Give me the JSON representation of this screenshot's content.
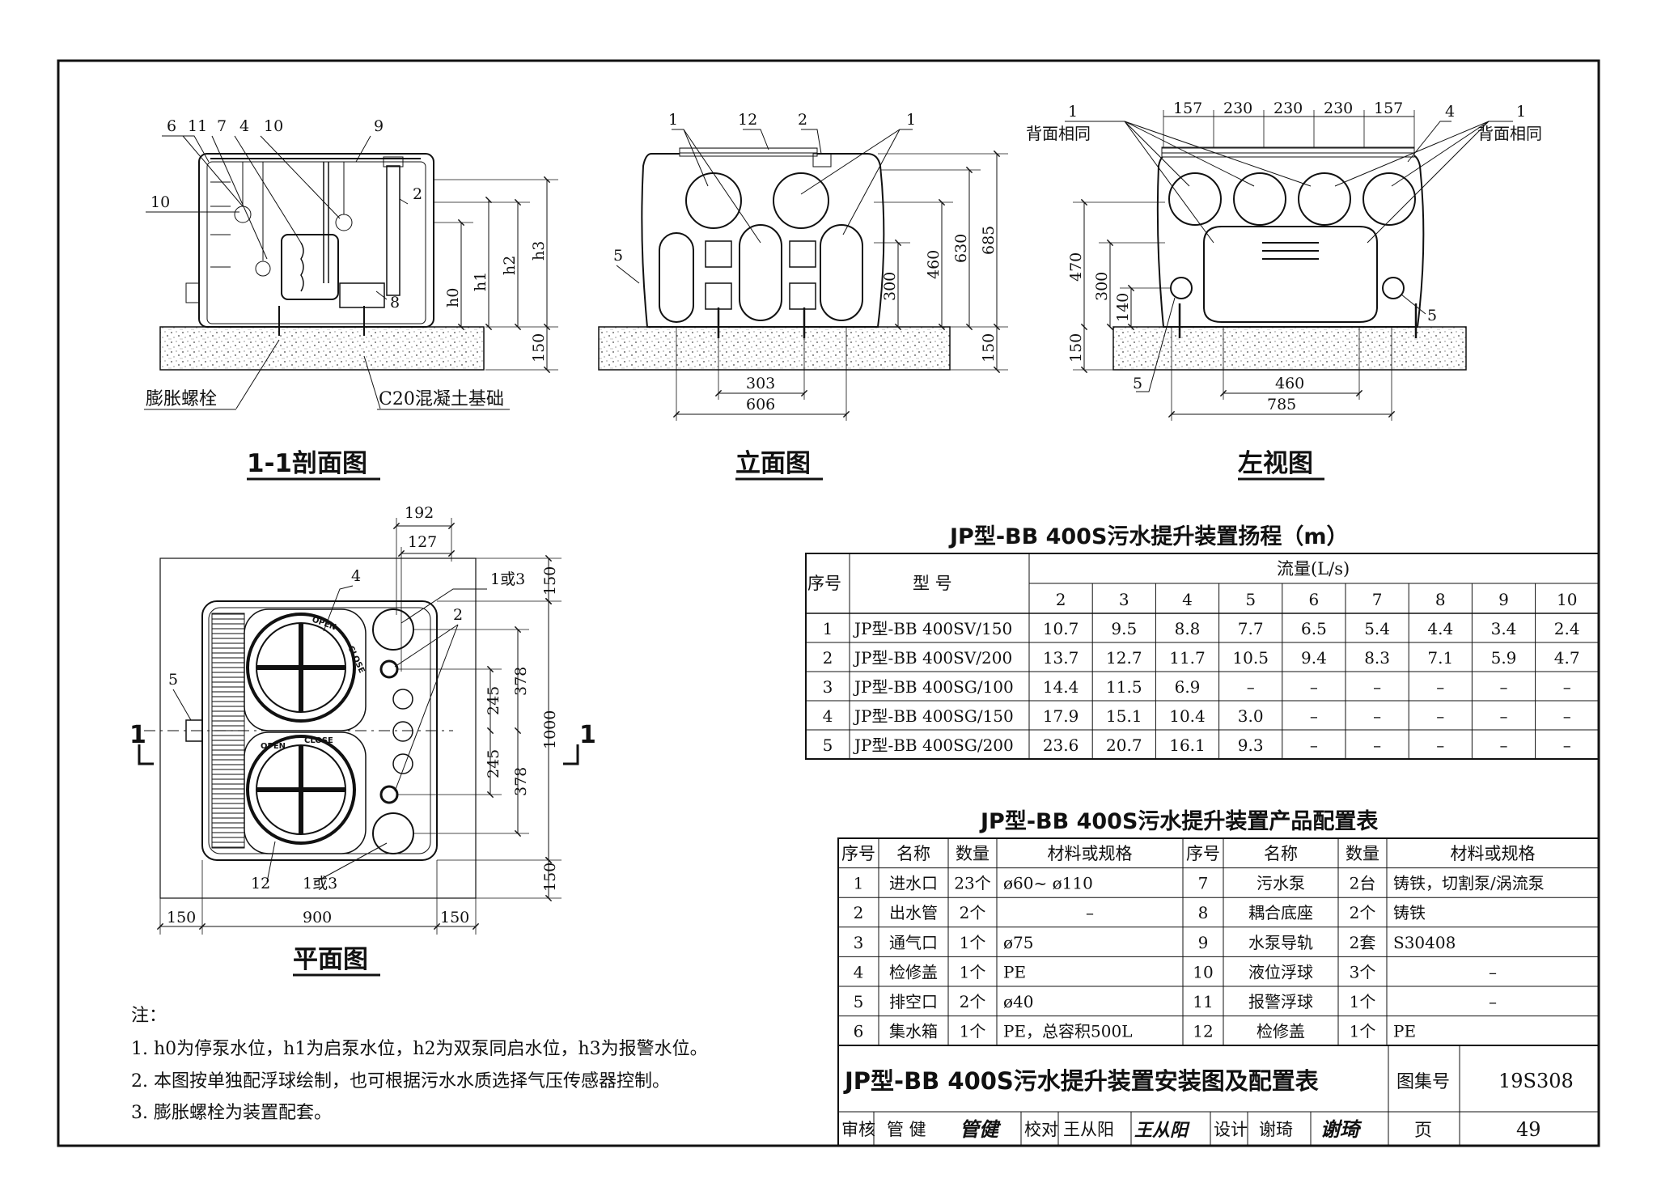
{
  "views": {
    "section_1_1": {
      "title": "1-1剖面图",
      "balloons": [
        "6",
        "11",
        "7",
        "4",
        "10",
        "9",
        "10",
        "2",
        "8"
      ],
      "dims": {
        "h0": "h0",
        "h1": "h1",
        "h2": "h2",
        "h3": "h3",
        "base": "150"
      },
      "callouts": {
        "bolt": "膨胀螺栓",
        "foundation": "C20混凝土基础"
      }
    },
    "elevation": {
      "title": "立面图",
      "balloons": [
        "1",
        "12",
        "2",
        "1",
        "5"
      ],
      "dims": {
        "v300": "300",
        "v460": "460",
        "v630": "630",
        "v685": "685",
        "base": "150",
        "h303": "303",
        "h606": "606"
      }
    },
    "left_view": {
      "title": "左视图",
      "balloons": [
        "1",
        "4",
        "1",
        "5",
        "5"
      ],
      "notes": {
        "back_left": "背面相同",
        "back_right": "背面相同"
      },
      "top_dims": [
        "157",
        "230",
        "230",
        "230",
        "157"
      ],
      "dims": {
        "v470": "470",
        "v300": "300",
        "v140": "140",
        "base": "150",
        "h460": "460",
        "h785": "785"
      }
    },
    "plan": {
      "title": "平面图",
      "section_mark": "1",
      "balloons": [
        "4",
        "1或3",
        "2",
        "5",
        "12",
        "1或3"
      ],
      "cover_text": {
        "open": "OPEN",
        "close": "CLOSE"
      },
      "dims": {
        "d192": "192",
        "d127": "127",
        "d150_top": "150",
        "d378_a": "378",
        "d245_a": "245",
        "d245_b": "245",
        "d378_b": "378",
        "d1000": "1000",
        "d150_bot": "150",
        "d150_left": "150",
        "d900": "900",
        "d150_right": "150"
      }
    }
  },
  "head_table": {
    "title": "JP型-BB 400S污水提升装置扬程（m）",
    "col_no": "序号",
    "col_model": "型 号",
    "col_flow": "流量(L/s)",
    "flows": [
      "2",
      "3",
      "4",
      "5",
      "6",
      "7",
      "8",
      "9",
      "10"
    ],
    "rows": [
      {
        "no": "1",
        "model": "JP型-BB 400SV/150",
        "values": [
          "10.7",
          "9.5",
          "8.8",
          "7.7",
          "6.5",
          "5.4",
          "4.4",
          "3.4",
          "2.4"
        ]
      },
      {
        "no": "2",
        "model": "JP型-BB 400SV/200",
        "values": [
          "13.7",
          "12.7",
          "11.7",
          "10.5",
          "9.4",
          "8.3",
          "7.1",
          "5.9",
          "4.7"
        ]
      },
      {
        "no": "3",
        "model": "JP型-BB 400SG/100",
        "values": [
          "14.4",
          "11.5",
          "6.9",
          "–",
          "–",
          "–",
          "–",
          "–",
          "–"
        ]
      },
      {
        "no": "4",
        "model": "JP型-BB 400SG/150",
        "values": [
          "17.9",
          "15.1",
          "10.4",
          "3.0",
          "–",
          "–",
          "–",
          "–",
          "–"
        ]
      },
      {
        "no": "5",
        "model": "JP型-BB 400SG/200",
        "values": [
          "23.6",
          "20.7",
          "16.1",
          "9.3",
          "–",
          "–",
          "–",
          "–",
          "–"
        ]
      }
    ]
  },
  "config_table": {
    "title": "JP型-BB 400S污水提升装置产品配置表",
    "headers": [
      "序号",
      "名称",
      "数量",
      "材料或规格",
      "序号",
      "名称",
      "数量",
      "材料或规格"
    ],
    "rows": [
      [
        "1",
        "进水口",
        "23个",
        "ø60~ ø110",
        "7",
        "污水泵",
        "2台",
        "铸铁，切割泵/涡流泵"
      ],
      [
        "2",
        "出水管",
        "2个",
        "–",
        "8",
        "耦合底座",
        "2个",
        "铸铁"
      ],
      [
        "3",
        "通气口",
        "1个",
        "ø75",
        "9",
        "水泵导轨",
        "2套",
        "S30408"
      ],
      [
        "4",
        "检修盖",
        "1个",
        "PE",
        "10",
        "液位浮球",
        "3个",
        "–"
      ],
      [
        "5",
        "排空口",
        "2个",
        "ø40",
        "11",
        "报警浮球",
        "1个",
        "–"
      ],
      [
        "6",
        "集水箱",
        "1个",
        "PE，总容积500L",
        "12",
        "检修盖",
        "1个",
        "PE"
      ]
    ]
  },
  "notes": {
    "heading": "注：",
    "items": [
      "1. h0为停泵水位，h1为启泵水位，h2为双泵同启水位，h3为报警水位。",
      "2. 本图按单独配浮球绘制，也可根据污水水质选择气压传感器控制。",
      "3. 膨胀螺栓为装置配套。"
    ]
  },
  "title_block": {
    "drawing_title": "JP型-BB 400S污水提升装置安装图及配置表",
    "atlas_label": "图集号",
    "atlas_no": "19S308",
    "page_label": "页",
    "page_no": "49",
    "review_label": "审核",
    "reviewer": "管 健",
    "check_label": "校对",
    "checker": "王从阳",
    "design_label": "设计",
    "designer": "谢琦",
    "signatures": {
      "review": "管健",
      "check": "王从阳",
      "design": "谢琦"
    }
  }
}
